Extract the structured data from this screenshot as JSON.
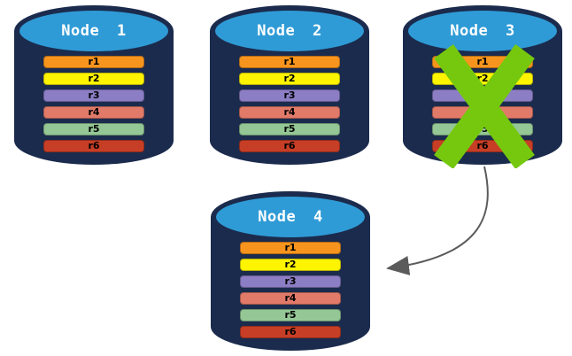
{
  "diagram": {
    "description": "Database replication: failed node replicated to new node",
    "background": "#FFFFFF",
    "colors": {
      "cylinder_body": "#1B2B4D",
      "cylinder_top": "#2F9BD6",
      "cylinder_outline": "#1B2B4D",
      "title_text": "#FFFFFF",
      "row_text": "#000000",
      "failure_x": "#76C80E",
      "arrow": "#5B5B5B"
    },
    "nodes": [
      {
        "title": "Node 1",
        "failed": false
      },
      {
        "title": "Node 2",
        "failed": false
      },
      {
        "title": "Node 3",
        "failed": true
      },
      {
        "title": "Node 4",
        "failed": false
      }
    ],
    "rows": [
      {
        "label": "r1",
        "color": "#F7941E"
      },
      {
        "label": "r2",
        "color": "#FEF400"
      },
      {
        "label": "r3",
        "color": "#8C7EC5"
      },
      {
        "label": "r4",
        "color": "#E27A69"
      },
      {
        "label": "r5",
        "color": "#94C795"
      },
      {
        "label": "r6",
        "color": "#C73E26"
      }
    ],
    "arrow": {
      "from": "Node 3",
      "to": "Node 4"
    }
  }
}
